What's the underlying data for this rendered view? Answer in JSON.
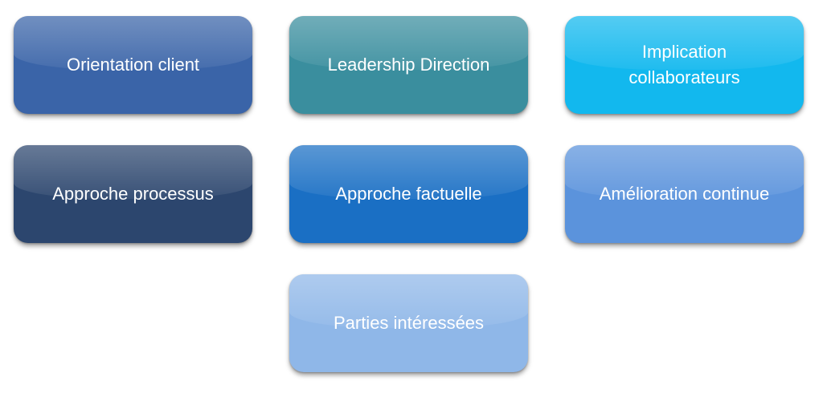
{
  "boxes": [
    {
      "label": "Orientation client",
      "color": "#3a64a8"
    },
    {
      "label": "Leadership Direction",
      "color": "#3a8e9e"
    },
    {
      "label": "Implication\ncollaborateurs",
      "color": "#12b8ee"
    },
    {
      "label": "Approche processus",
      "color": "#2c466e"
    },
    {
      "label": "Approche factuelle",
      "color": "#1a6fc4"
    },
    {
      "label": "Amélioration continue",
      "color": "#5b93dc"
    },
    {
      "label": "Parties intéressées",
      "color": "#8fb7e8"
    }
  ]
}
